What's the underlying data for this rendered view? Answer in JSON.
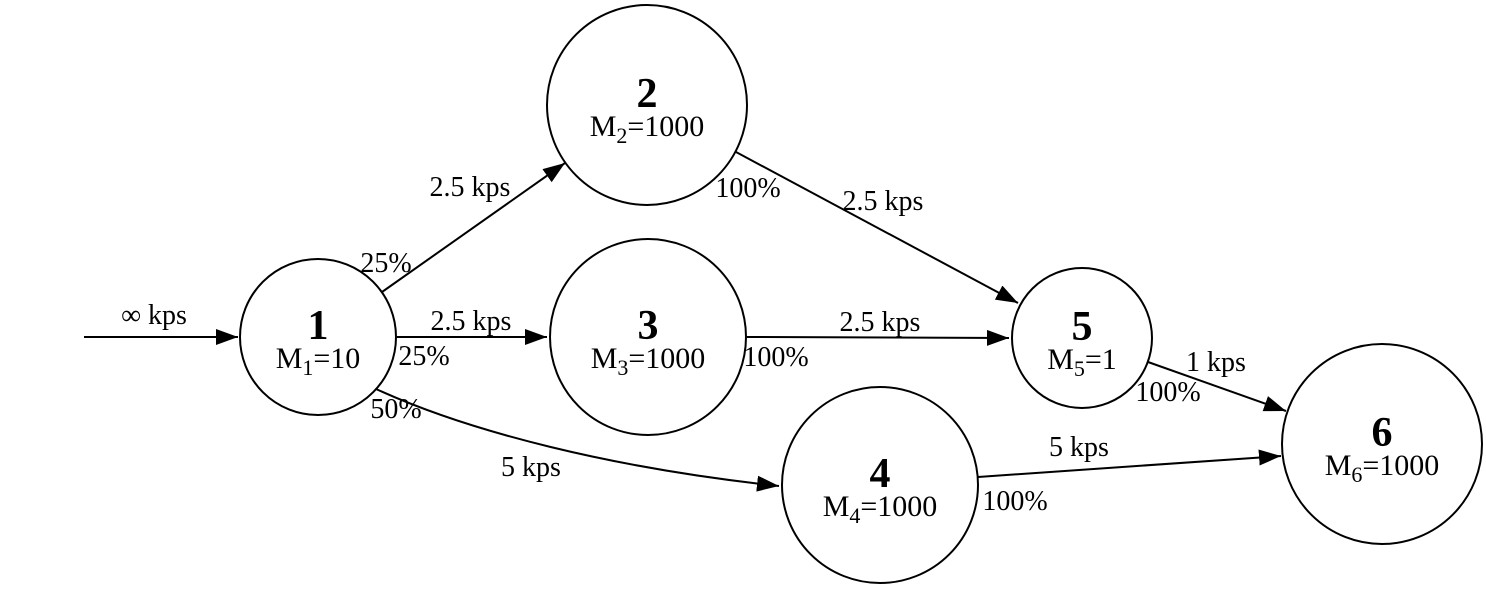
{
  "nodes": [
    {
      "id": "1",
      "buffer_prefix": "M",
      "buffer_sub": "1",
      "buffer_rest": "=10"
    },
    {
      "id": "2",
      "buffer_prefix": "M",
      "buffer_sub": "2",
      "buffer_rest": "=1000"
    },
    {
      "id": "3",
      "buffer_prefix": "M",
      "buffer_sub": "3",
      "buffer_rest": "=1000"
    },
    {
      "id": "4",
      "buffer_prefix": "M",
      "buffer_sub": "4",
      "buffer_rest": "=1000"
    },
    {
      "id": "5",
      "buffer_prefix": "M",
      "buffer_sub": "5",
      "buffer_rest": "=1"
    },
    {
      "id": "6",
      "buffer_prefix": "M",
      "buffer_sub": "6",
      "buffer_rest": "=1000"
    }
  ],
  "edges": [
    {
      "to": "1",
      "rate": "∞ kps"
    },
    {
      "from": "1",
      "to": "2",
      "rate": "2.5 kps",
      "split": "25%"
    },
    {
      "from": "1",
      "to": "3",
      "rate": "2.5 kps",
      "split": "25%"
    },
    {
      "from": "1",
      "to": "4",
      "rate": "5 kps",
      "split": "50%"
    },
    {
      "from": "2",
      "to": "5",
      "rate": "2.5 kps",
      "split": "100%"
    },
    {
      "from": "3",
      "to": "5",
      "rate": "2.5 kps",
      "split": "100%"
    },
    {
      "from": "4",
      "to": "6",
      "rate": "5 kps",
      "split": "100%"
    },
    {
      "from": "5",
      "to": "6",
      "rate": "1 kps",
      "split": "100%"
    }
  ],
  "colors": {
    "line": "#000000",
    "text": "#000000",
    "background": "#ffffff"
  }
}
